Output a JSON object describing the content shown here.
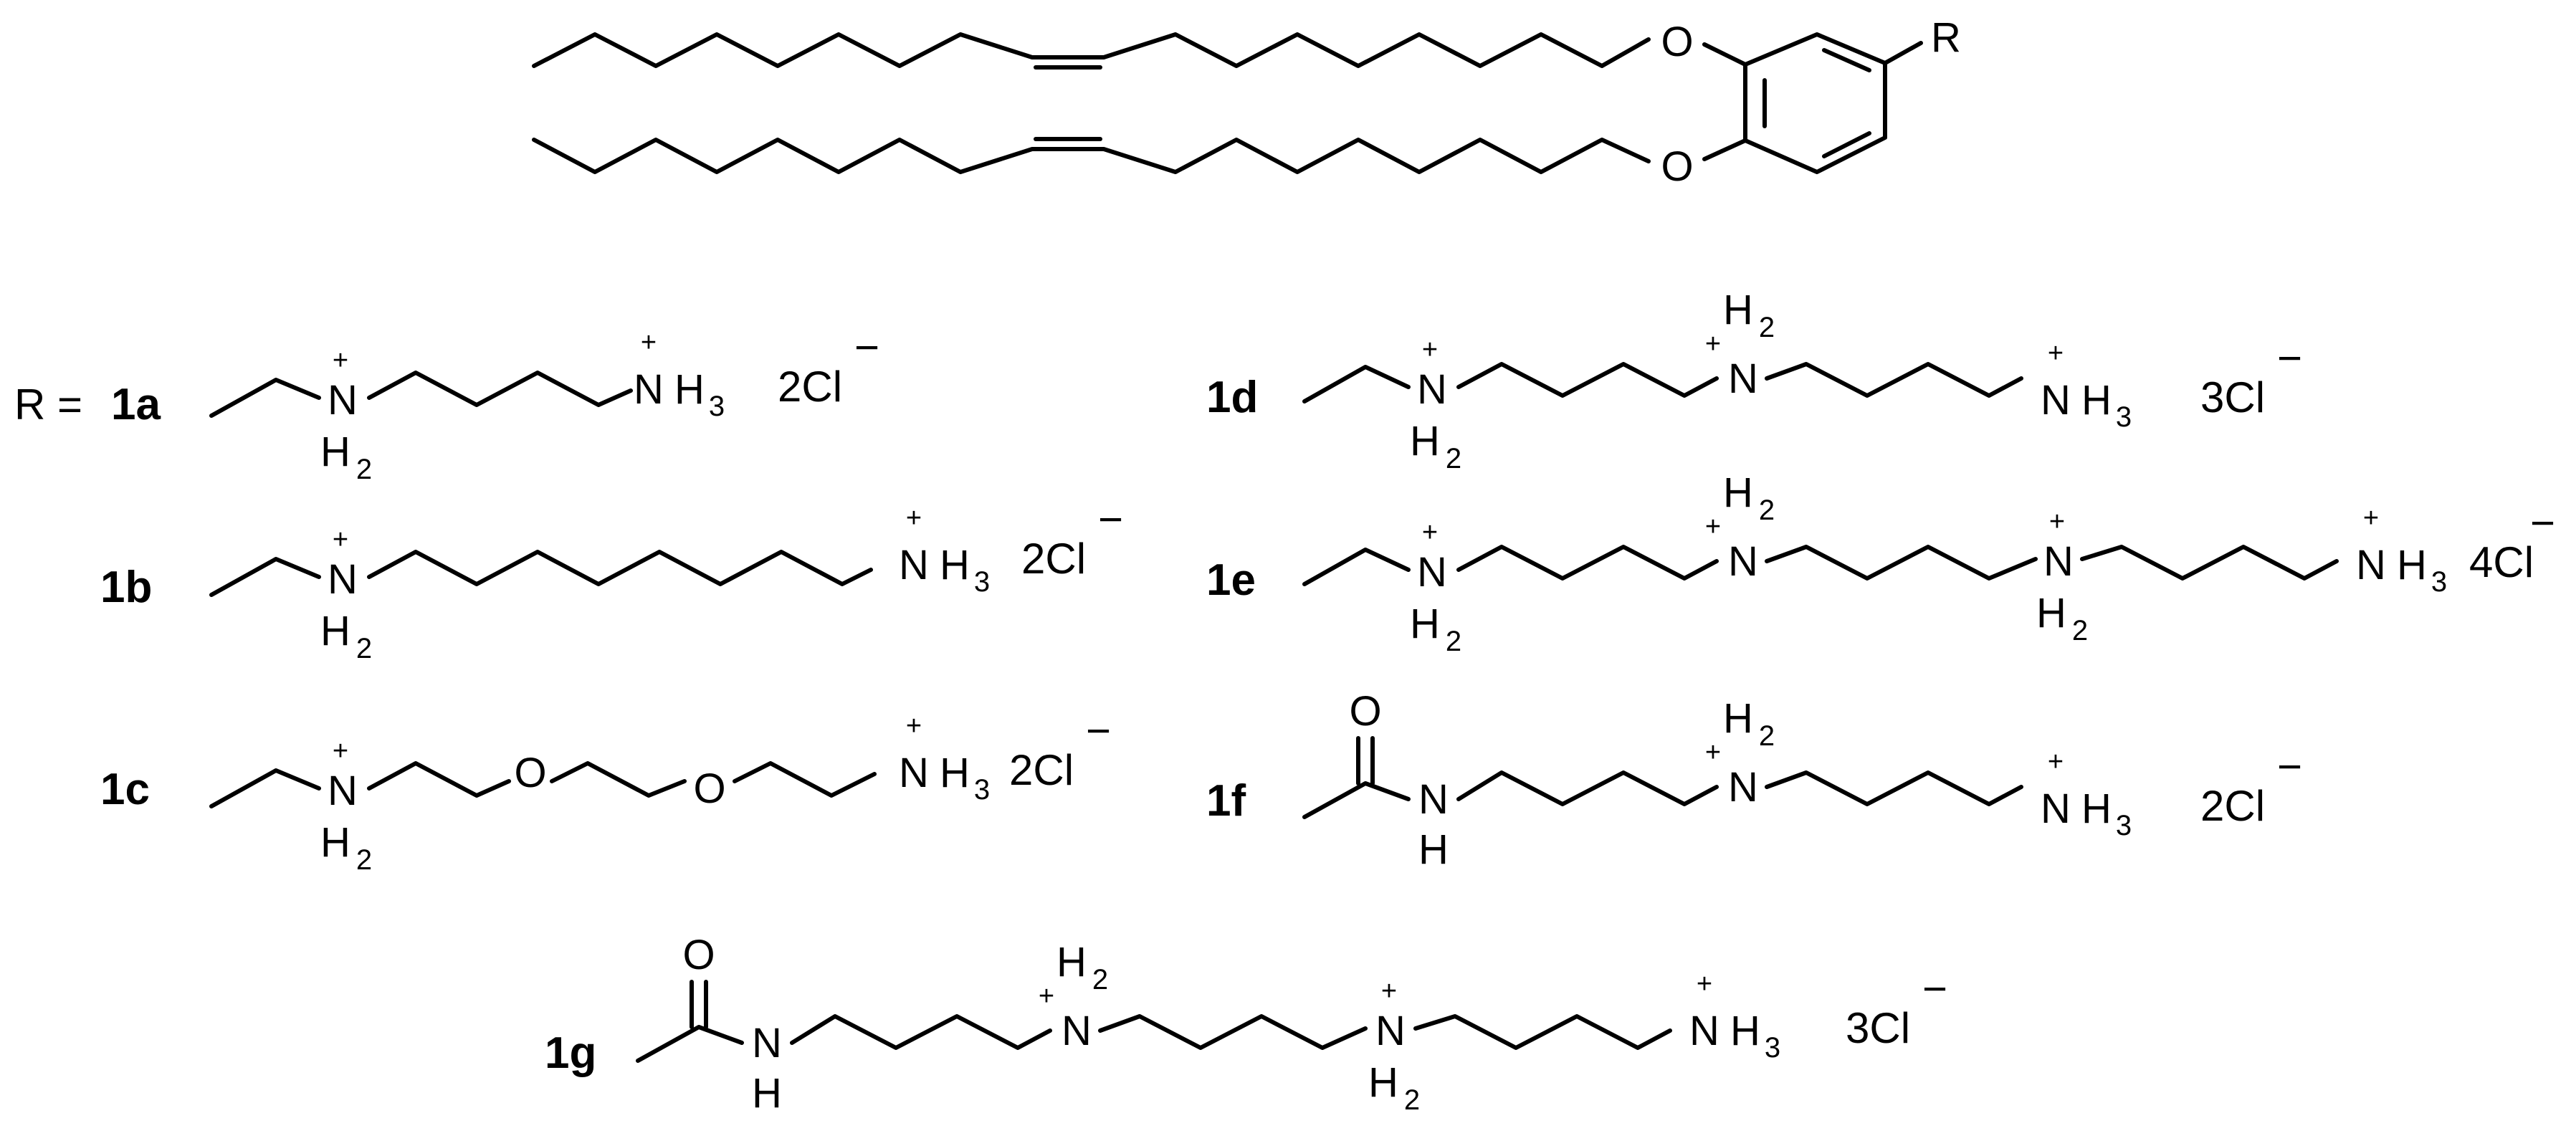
{
  "scaffold": {
    "oxygen_top": "O",
    "oxygen_bottom": "O",
    "r_group": "R"
  },
  "r_prefix": "R =",
  "compounds": [
    {
      "id": "1a",
      "label": "1a",
      "counterion": "2Cl"
    },
    {
      "id": "1b",
      "label": "1b",
      "counterion": "2Cl"
    },
    {
      "id": "1c",
      "label": "1c",
      "counterion": "2Cl"
    },
    {
      "id": "1d",
      "label": "1d",
      "counterion": "3Cl"
    },
    {
      "id": "1e",
      "label": "1e",
      "counterion": "4Cl"
    },
    {
      "id": "1f",
      "label": "1f",
      "counterion": "2Cl"
    },
    {
      "id": "1g",
      "label": "1g",
      "counterion": "3Cl"
    }
  ],
  "glyphs": {
    "N": "N",
    "H": "H",
    "O": "O",
    "sub2": "2",
    "sub3": "3",
    "plus": "+",
    "minus": "−"
  },
  "colors": {
    "ink": "#000000",
    "background": "#ffffff"
  }
}
